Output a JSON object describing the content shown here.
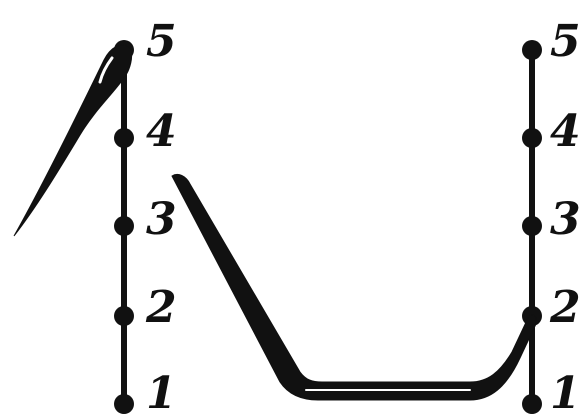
{
  "colors": {
    "ink": "#111111",
    "background": "#ffffff"
  },
  "left_scale": {
    "labels": [
      "1",
      "2",
      "3",
      "4",
      "5"
    ]
  },
  "right_scale": {
    "labels": [
      "1",
      "2",
      "3",
      "4",
      "5"
    ]
  }
}
